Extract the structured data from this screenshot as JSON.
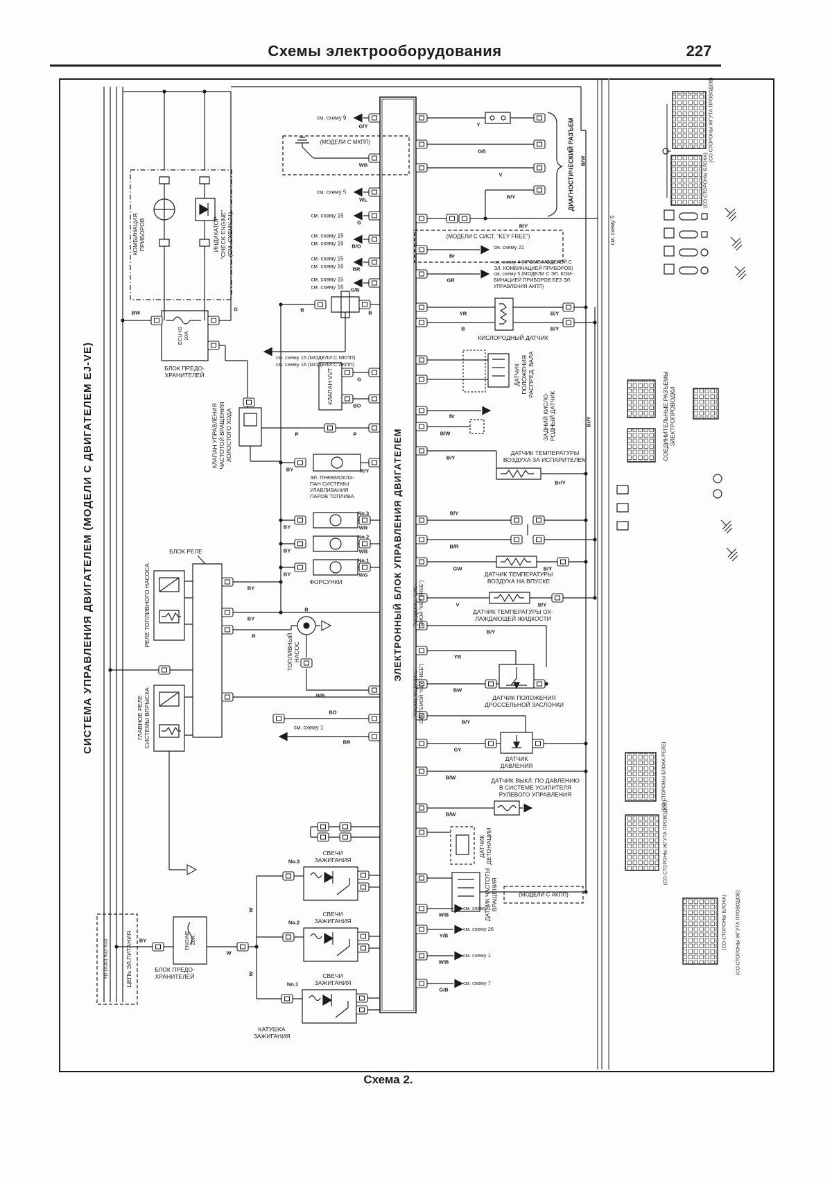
{
  "page": {
    "header_title": "Схемы электрооборудования",
    "page_number": "227",
    "caption": "Схема 2."
  },
  "titles": {
    "system_vertical": "СИСТЕМА УПРАВЛЕНИЯ ДВИГАТЕЛЕМ (МОДЕЛИ С ДВИГАТЕЛЕМ EJ-VE)",
    "ecu_vertical": "ЭЛЕКТРОННЫЙ БЛОК УПРАВЛЕНИЯ ДВИГАТЕЛЕМ"
  },
  "components": {
    "combo": "КОМБИНАЦИЯ\nПРИБОРОВ",
    "check_engine": "ИНДИКАТОР\n\"CHECK ENGINE\"\n(СМ. СХЕМУ 21)",
    "fuse_block": "БЛОК ПРЕДО-\nХРАНИТЕЛЕЙ",
    "fuse_ecuig": "ECU-IG\n10A",
    "fuse_engine": "ENGINE\n20A",
    "idle_valve": "КЛАПАН УПРАВЛЕНИЯ\nЧАСТОТОЙ ВРАЩЕНИЯ\nХОЛОСТОГО ХОДА",
    "vvt": "КЛАПАН VVT",
    "evap": "ЭЛ. ПНЕВМОКЛА-\nПАН СИСТЕМЫ\nУЛАВЛИВАНИЯ\nПАРОВ ТОПЛИВА",
    "injectors": "ФОРСУНКИ",
    "relay_block": "БЛОК РЕЛЕ",
    "fuel_pump_relay": "РЕЛЕ ТОПЛИВНОГО НАСОСА",
    "main_relay": "ГЛАВНОЕ РЕЛЕ\nСИСТЕМЫ ВПРЫСКА",
    "fuel_pump": "ТОПЛИВНЫЙ\nНАСОС",
    "spark_plugs": "СВЕЧИ\nЗАЖИГАНИЯ",
    "coil": "КАТУШКА\nЗАЖИГАНИЯ",
    "power_circuit": "ЦЕПЬ ЭЛ.ПИТАНИЯ",
    "power_codes": "+B (X30)  IG2  IG3",
    "o2": "КИСЛОРОДНЫЙ ДАТЧИК",
    "cam": "ДАТЧИК\nПОЛОЖЕНИЯ\nРАСПРЕД. ВАЛА",
    "rear_o2": "ЗАДНИЙ КИСЛО-\nРОДНЫЙ ДАТЧИК",
    "evap_temp": "ДАТЧИК ТЕМПЕРАТУРЫ\nВОЗДУХА ЗА ИСПАРИТЕЛЕМ",
    "iat": "ДАТЧИК ТЕМПЕРАТУРЫ\nВОЗДУХА НА ВПУСКЕ",
    "ect": "ДАТЧИК ТЕМПЕРАТУРЫ ОХ-\nЛАЖДАЮЩЕЙ ЖИДКОСТИ",
    "tps": "ДАТЧИК ПОЛОЖЕНИЯ\nДРОССЕЛЬНОЙ ЗАСЛОНКИ",
    "pressure": "ДАТЧИК\nДАВЛЕНИЯ",
    "ps_switch": "ДАТЧИК ВЫКЛ. ПО ДАВЛЕНИЮ\nВ СИСТЕМЕ УСИЛИТЕЛЯ\nРУЛЕВОГО УПРАВЛЕНИЯ",
    "knock": "ДАТЧИК\nДЕТОНАЦИИ",
    "speed": "ДАТЧИК ЧАСТОТЫ\nВРАЩЕНИЯ",
    "diag": "ДИАГНОСТИЧЕСКИЙ РАЗЪЕМ",
    "junction": "СОЕДИНИТЕЛЬНЫЕ РАЗЪЕМЫ\nЭЛЕКТРОПРОВОДКИ",
    "side_harness": "(СО СТОРОНЫ ЖГУТА ПРОВОДОВ)",
    "side_block": "(СО СТОРОНЫ БЛОКА)",
    "side_relay": "(СО СТОРОНЫ БЛОКА РЕЛЕ)"
  },
  "see_notes": {
    "s9": "см. схему 9",
    "s5": "см. схему 5",
    "s15": "см. схему 15",
    "s16": "см. схему 16",
    "s21": "см. схему 21",
    "s1": "см. схему 1",
    "s26": "см. схему 26",
    "s7": "см. схему 7",
    "s15_mkpp": "см. схему 15 (МОДЕЛИ С МКПП)",
    "s16_akpp": "см. схему 16 (МОДЕЛИ С АКПП)",
    "note45": "см. схему 4 (КРОМЕ МОДЕЛЕЙ С\nЭЛ. КОМБИНАЦИЕЙ ПРИБОРОВ)\nсм. схему 5 (МОДЕЛИ С ЭЛ. КОМ-\nБИНАЦИЕЙ ПРИБОРОВ БЕЗ ЭЛ.\nУПРАВЛЕНИЯ АКПП)",
    "mkpp": "(МОДЕЛИ С МКПП)",
    "akpp": "(МОДЕЛИ С АКПП)",
    "keyfree": "(МОДЕЛИ С СИСТ. \"KEY FREE\")",
    "keyfree_side": "(МОДЕЛИ С СИС-\nТЕМОЙ \"KEY FREE\")",
    "keyfree_krome": "(КРОМЕ МОДЕЛИ С\nСИСТЕМОЙ \"KEY FREE\")"
  },
  "codes": {
    "bw": "BW",
    "b_w": "B/W",
    "g": "G",
    "g_y": "G/Y",
    "wb": "WB",
    "wl": "WL",
    "w_b": "W/B",
    "g_b": "G/B",
    "b_o": "B/O",
    "br": "BR",
    "br2": "Br",
    "br_y": "Br/Y",
    "b_y": "B/Y",
    "by": "BY",
    "b": "B",
    "y": "Y",
    "gb": "GB",
    "v": "V",
    "r_y": "R/Y",
    "gr": "GR",
    "yr": "YR",
    "gw": "GW",
    "p": "P",
    "bo": "BO",
    "r": "R",
    "w": "W",
    "wr": "WR",
    "wg": "WG",
    "y_b": "Y/B",
    "b_r": "B/R",
    "gy": "GY",
    "no1": "No.1",
    "no2": "No.2",
    "no3": "No.3"
  }
}
